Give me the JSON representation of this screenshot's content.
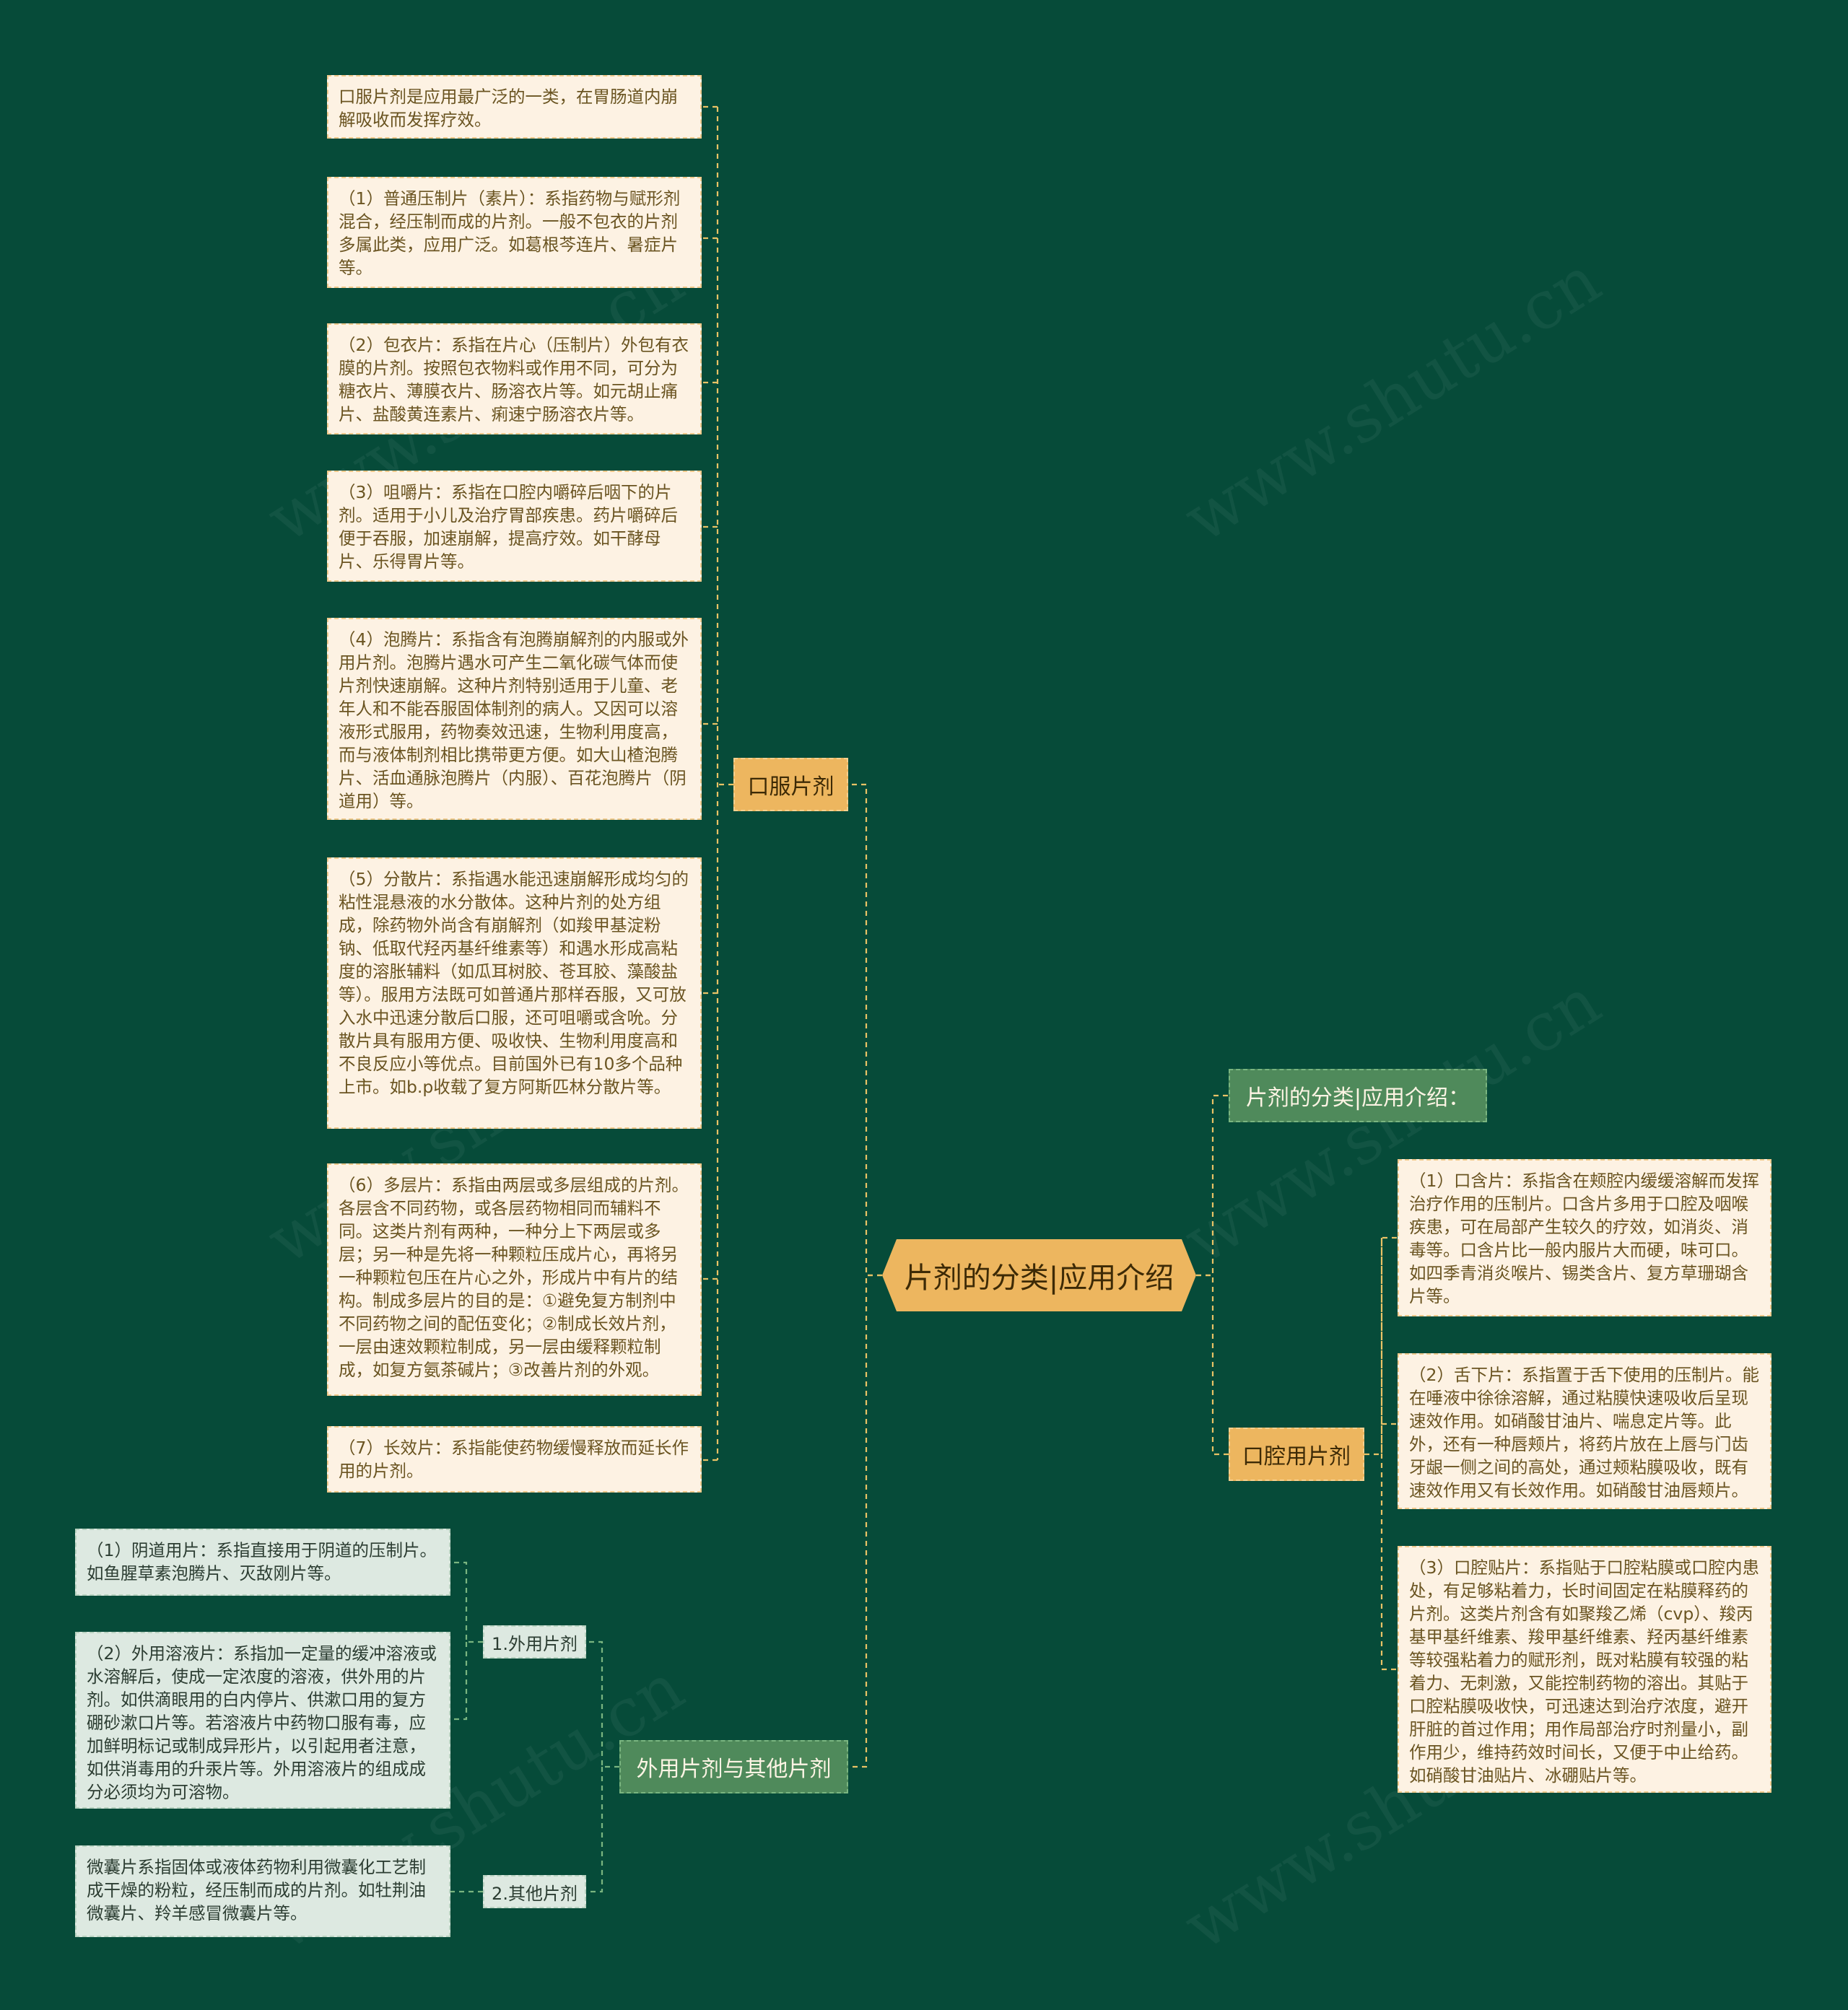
{
  "root": {
    "title": "片剂的分类|应用介绍"
  },
  "oral": {
    "label": "口服片剂",
    "items": [
      "口服片剂是应用最广泛的一类，在胃肠道内崩解吸收而发挥疗效。",
      "（1）普通压制片（素片）：系指药物与赋形剂混合，经压制而成的片剂。一般不包衣的片剂多属此类，应用广泛。如葛根芩连片、暑症片等。",
      "（2）包衣片：系指在片心（压制片）外包有衣膜的片剂。按照包衣物料或作用不同，可分为糖衣片、薄膜衣片、肠溶衣片等。如元胡止痛片、盐酸黄连素片、痢速宁肠溶衣片等。",
      "（3）咀嚼片：系指在口腔内嚼碎后咽下的片剂。适用于小儿及治疗胃部疾患。药片嚼碎后便于吞服，加速崩解，提高疗效。如干酵母片、乐得胃片等。",
      "（4）泡腾片：系指含有泡腾崩解剂的内服或外用片剂。泡腾片遇水可产生二氧化碳气体而使片剂快速崩解。这种片剂特别适用于儿童、老年人和不能吞服固体制剂的病人。又因可以溶液形式服用，药物奏效迅速，生物利用度高，而与液体制剂相比携带更方便。如大山楂泡腾片、活血通脉泡腾片（内服）、百花泡腾片（阴道用）等。",
      "（5）分散片：系指遇水能迅速崩解形成均匀的粘性混悬液的水分散体。这种片剂的处方组成，除药物外尚含有崩解剂（如羧甲基淀粉钠、低取代羟丙基纤维素等）和遇水形成高粘度的溶胀辅料（如瓜耳树胶、苍耳胶、藻酸盐等）。服用方法既可如普通片那样吞服，又可放入水中迅速分散后口服，还可咀嚼或含吮。分散片具有服用方便、吸收快、生物利用度高和不良反应小等优点。目前国外已有10多个品种上市。如b.p收载了复方阿斯匹林分散片等。",
      "（6）多层片：系指由两层或多层组成的片剂。各层含不同药物，或各层药物相同而辅料不同。这类片剂有两种，一种分上下两层或多层；另一种是先将一种颗粒压成片心，再将另一种颗粒包压在片心之外，形成片中有片的结构。制成多层片的目的是：①避免复方制剂中不同药物之间的配伍变化；②制成长效片剂，一层由速效颗粒制成，另一层由缓释颗粒制成，如复方氨茶碱片；③改善片剂的外观。",
      "（7）长效片：系指能使药物缓慢释放而延长作用的片剂。"
    ]
  },
  "external": {
    "label": "外用片剂与其他片剂",
    "sub1": {
      "label": "1.外用片剂",
      "items": [
        "（1）阴道用片：系指直接用于阴道的压制片。如鱼腥草素泡腾片、灭敌刚片等。",
        "（2）外用溶液片：系指加一定量的缓冲溶液或水溶解后，使成一定浓度的溶液，供外用的片剂。如供滴眼用的白内停片、供漱口用的复方硼砂漱口片等。若溶液片中药物口服有毒，应加鲜明标记或制成异形片，以引起用者注意，如供消毒用的升汞片等。外用溶液片的组成成分必须均为可溶物。"
      ]
    },
    "sub2": {
      "label": "2.其他片剂",
      "items": [
        "微囊片系指固体或液体药物利用微囊化工艺制成干燥的粉粒，经压制而成的片剂。如牡荆油微囊片、羚羊感冒微囊片等。"
      ]
    }
  },
  "intro": {
    "label": "片剂的分类|应用介绍："
  },
  "oral_cavity": {
    "label": "口腔用片剂",
    "items": [
      "（1）口含片：系指含在颊腔内缓缓溶解而发挥治疗作用的压制片。口含片多用于口腔及咽喉疾患，可在局部产生较久的疗效，如消炎、消毒等。口含片比一般内服片大而硬，味可口。如四季青消炎喉片、锡类含片、复方草珊瑚含片等。",
      "（2）舌下片：系指置于舌下使用的压制片。能在唾液中徐徐溶解，通过粘膜快速吸收后呈现速效作用。如硝酸甘油片、喘息定片等。此外，还有一种唇颊片，将药片放在上唇与门齿牙龈一侧之间的高处，通过颊粘膜吸收，既有速效作用又有长效作用。如硝酸甘油唇颊片。",
      "（3）口腔贴片：系指贴于口腔粘膜或口腔内患处，有足够粘着力，长时间固定在粘膜释药的片剂。这类片剂含有如聚羧乙烯（cvp）、羧丙基甲基纤维素、羧甲基纤维素、羟丙基纤维素等较强粘着力的赋形剂，既对粘膜有较强的粘着力、无刺激，又能控制药物的溶出。其贴于口腔粘膜吸收快，可迅速达到治疗浓度，避开肝脏的首过作用；用作局部治疗时剂量小，副作用少，维持药效时间长，又便于中止给药。如硝酸甘油贴片、冰硼贴片等。"
    ]
  },
  "watermark": "www.shutu.cn",
  "colors": {
    "background": "#064b39",
    "gold": "#edb65f",
    "green": "#4f8a5b",
    "cream": "#fdf2e3",
    "mint": "#dde9e1"
  }
}
